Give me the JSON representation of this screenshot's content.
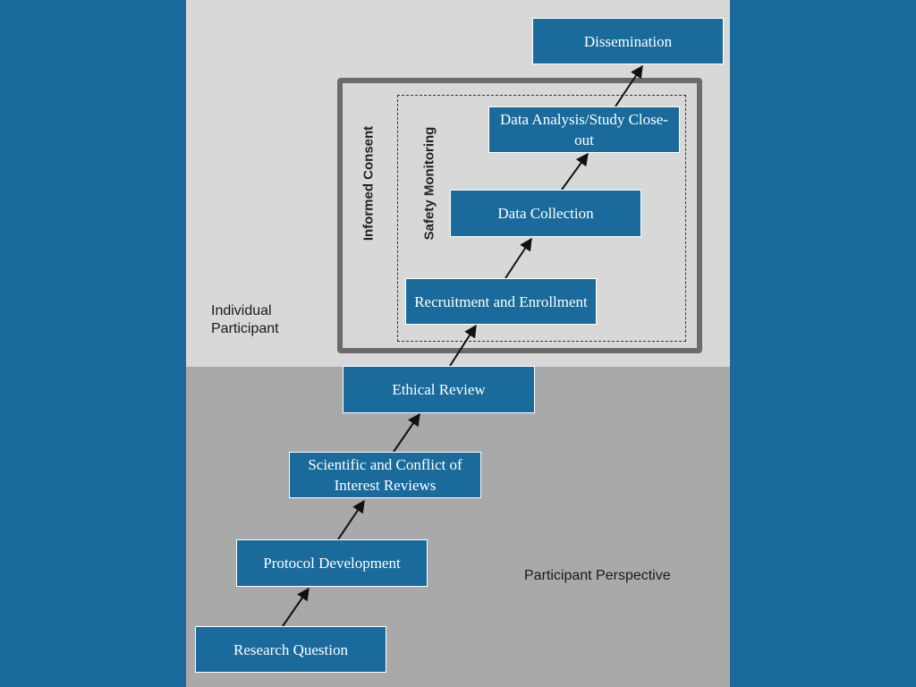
{
  "diagram": {
    "labels": {
      "informed_consent": "Informed Consent",
      "safety_monitoring": "Safety Monitoring",
      "individual_participant": "Individual Participant",
      "participant_perspective": "Participant Perspective"
    },
    "stages": [
      {
        "id": "research-question",
        "label": "Research Question"
      },
      {
        "id": "protocol-development",
        "label": "Protocol Development"
      },
      {
        "id": "scientific-coi-reviews",
        "label": "Scientific and Conflict of Interest Reviews"
      },
      {
        "id": "ethical-review",
        "label": "Ethical Review"
      },
      {
        "id": "recruitment-enrollment",
        "label": "Recruitment and Enrollment"
      },
      {
        "id": "data-collection",
        "label": "Data Collection"
      },
      {
        "id": "data-analysis-closeout",
        "label": "Data Analysis/Study Close-out"
      },
      {
        "id": "dissemination",
        "label": "Dissemination"
      }
    ],
    "colors": {
      "background": "#1a6b9c",
      "box_fill": "#1a6b9c",
      "panel_top": "#d8d8d8",
      "panel_bottom": "#a9a9a9"
    }
  }
}
